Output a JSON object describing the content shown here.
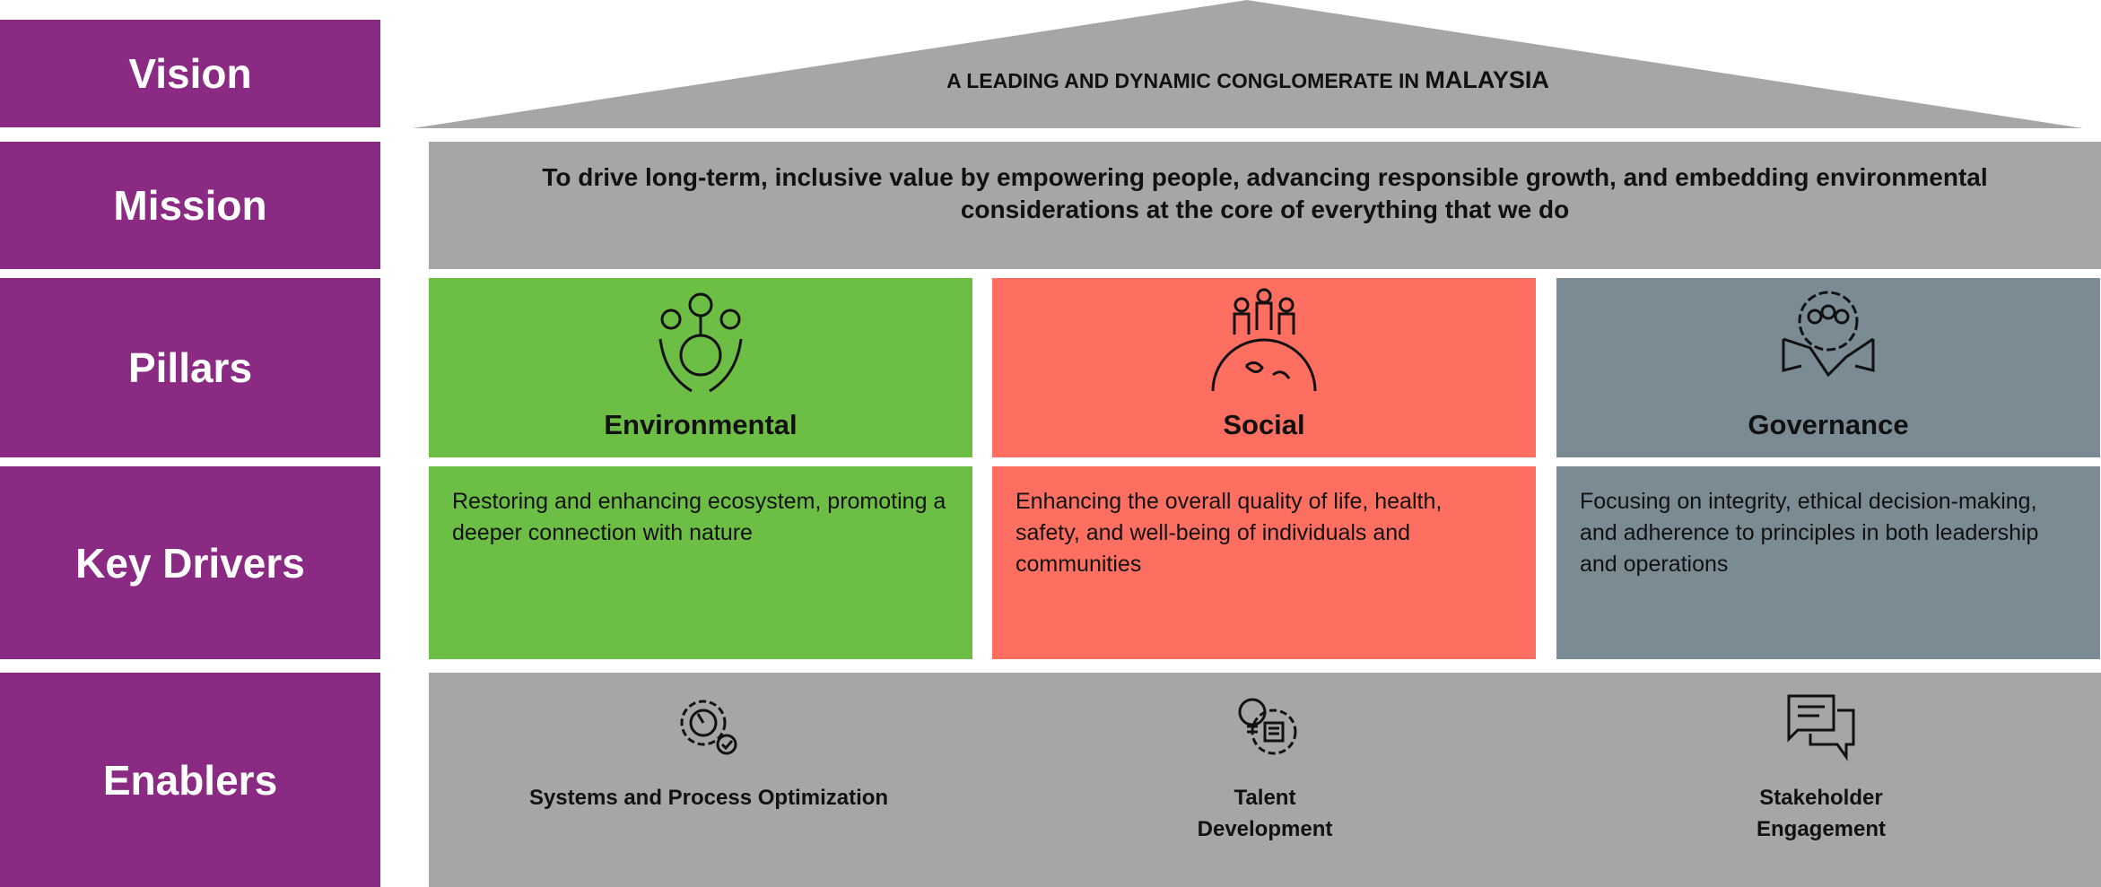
{
  "rows": {
    "vision": "Vision",
    "mission": "Mission",
    "pillars": "Pillars",
    "key_drivers": "Key Drivers",
    "enablers": "Enablers"
  },
  "vision": {
    "text_main": "A LEADING AND DYNAMIC CONGLOMERATE IN",
    "text_emphasis": "MALAYSIA"
  },
  "mission": {
    "text": "To drive long-term, inclusive value by empowering people, advancing responsible growth, and embedding environmental considerations at the core of everything that we do"
  },
  "pillars": [
    {
      "title": "Environmental",
      "icon": "hands-earth-trees-icon",
      "color": "#6DBE45",
      "driver": "Restoring and enhancing ecosystem, promoting a deeper connection with nature"
    },
    {
      "title": "Social",
      "icon": "people-on-globe-icon",
      "color": "#FF6F61",
      "driver": "Enhancing the overall quality of life, health, safety, and well-being of individuals and communities"
    },
    {
      "title": "Governance",
      "icon": "handshake-gear-people-icon",
      "color": "#7B8B94",
      "driver": "Focusing on integrity, ethical decision-making, and adherence to principles in both leadership and operations"
    }
  ],
  "enablers": [
    {
      "title": "Systems and Process Optimization",
      "icon": "gear-gauge-icon"
    },
    {
      "title": "Talent Development",
      "icon": "lightbulb-gear-icon"
    },
    {
      "title": "Stakeholder Engagement",
      "icon": "chat-bubbles-icon"
    }
  ],
  "colors": {
    "label_purple": "#8B2A82",
    "neutral_gray": "#A6A6A6"
  }
}
